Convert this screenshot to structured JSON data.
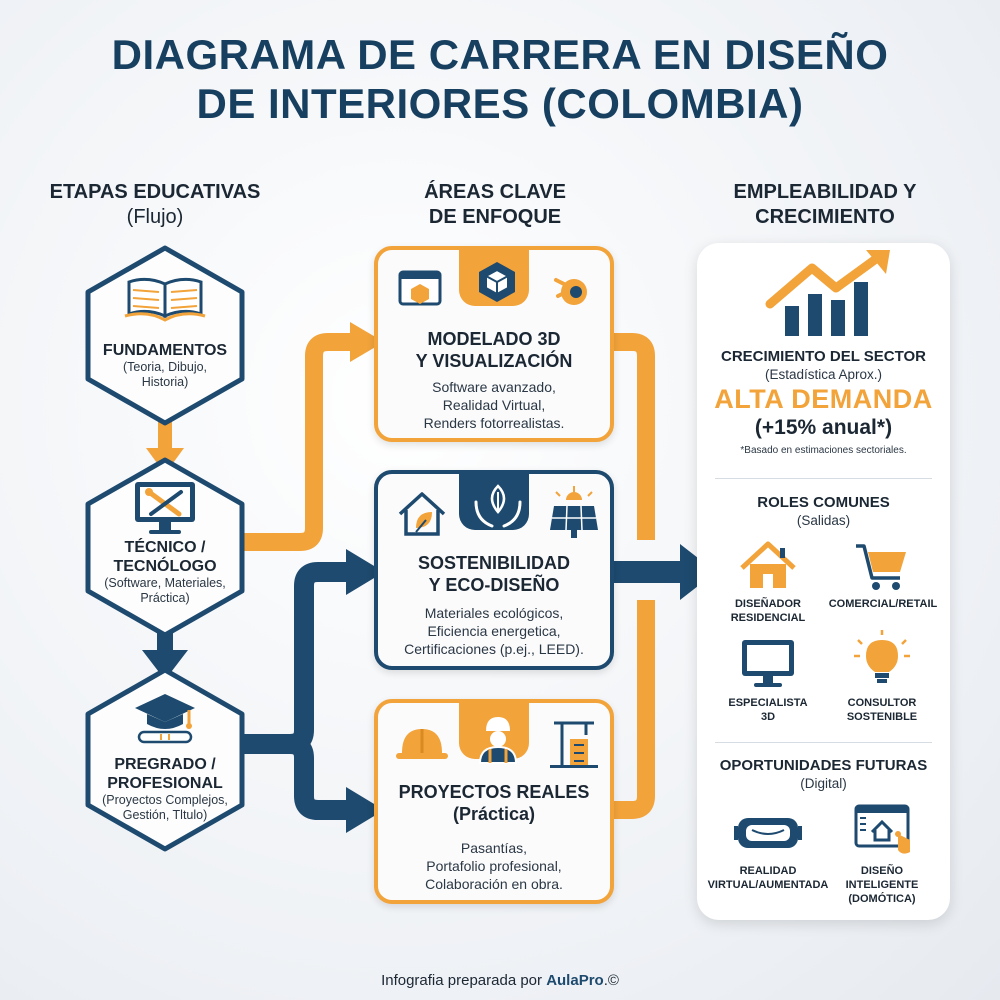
{
  "title": {
    "line1": "DIAGRAMA DE CARRERA EN DISEÑO",
    "line2": "DE INTERIORES (COLOMBIA)"
  },
  "columns": {
    "education": {
      "title": "ETAPAS EDUCATIVAS",
      "subtitle": "(Flujo)"
    },
    "focus": {
      "title1": "ÁREAS CLAVE",
      "title2": "DE ENFOQUE"
    },
    "employment": {
      "title1": "EMPLEABILIDAD Y",
      "title2": "CRECIMIENTO"
    }
  },
  "stages": [
    {
      "title1": "FUNDAMENTOS",
      "title2": "",
      "detail1": "(Teoria, Dibujo,",
      "detail2": "Historia)",
      "icon": "open-book-icon"
    },
    {
      "title1": "TÉCNICO /",
      "title2": "TECNÓLOGO",
      "detail1": "(Software, Materiales,",
      "detail2": "Práctica)",
      "icon": "monitor-tools-icon"
    },
    {
      "title1": "PREGRADO /",
      "title2": "PROFESIONAL",
      "detail1": "(Proyectos Complejos,",
      "detail2": "Gestión, Tltulo)",
      "icon": "graduation-cap-icon"
    }
  ],
  "focus_areas": [
    {
      "title1": "MODELADO 3D",
      "title2": "Y VISUALIZACIÓN",
      "lines": [
        "Software avanzado,",
        "Realidad Virtual,",
        "Renders fotorrealistas."
      ]
    },
    {
      "title1": "SOSTENIBILIDAD",
      "title2": "Y ECO-DISEÑO",
      "lines": [
        "Materiales ecológicos,",
        "Eficiencia energetica,",
        "Certificaciones (p.ej., LEED)."
      ]
    },
    {
      "title1": "PROYECTOS REALES",
      "title2": "(Práctica)",
      "lines": [
        "Pasantías,",
        "Portafolio profesional,",
        "Colaboración en obra."
      ]
    }
  ],
  "growth": {
    "title": "CRECIMIENTO DEL SECTOR",
    "subtitle": "(Estadística Aprox.)",
    "highlight": "ALTA DEMANDA",
    "rate": "(+15% anual*)",
    "note": "*Basado en estimaciones sectoriales."
  },
  "roles": {
    "title": "ROLES COMUNES",
    "subtitle": "(Salidas)",
    "items": [
      {
        "line1": "DISEÑADOR",
        "line2": "RESIDENCIAL",
        "icon": "house-icon"
      },
      {
        "line1": "COMERCIAL/RETAIL",
        "line2": "",
        "icon": "shopping-cart-icon"
      },
      {
        "line1": "ESPECIALISTA",
        "line2": "3D",
        "icon": "monitor-icon"
      },
      {
        "line1": "CONSULTOR",
        "line2": "SOSTENIBLE",
        "icon": "lightbulb-icon"
      }
    ]
  },
  "future": {
    "title": "OPORTUNIDADES FUTURAS",
    "subtitle": "(Digital)",
    "items": [
      {
        "line1": "REALIDAD",
        "line2": "VIRTUAL/AUMENTADA",
        "line3": "",
        "icon": "vr-headset-icon"
      },
      {
        "line1": "DISEÑO",
        "line2": "INTELIGENTE",
        "line3": "(DOMÓTICA)",
        "icon": "smart-home-icon"
      }
    ]
  },
  "footer": {
    "prefix": "Infografia preparada por ",
    "brand": "AulaPro",
    "suffix": ".©"
  },
  "colors": {
    "navy": "#1d4a6e",
    "orange": "#f2a33a",
    "title": "#173f5f"
  }
}
